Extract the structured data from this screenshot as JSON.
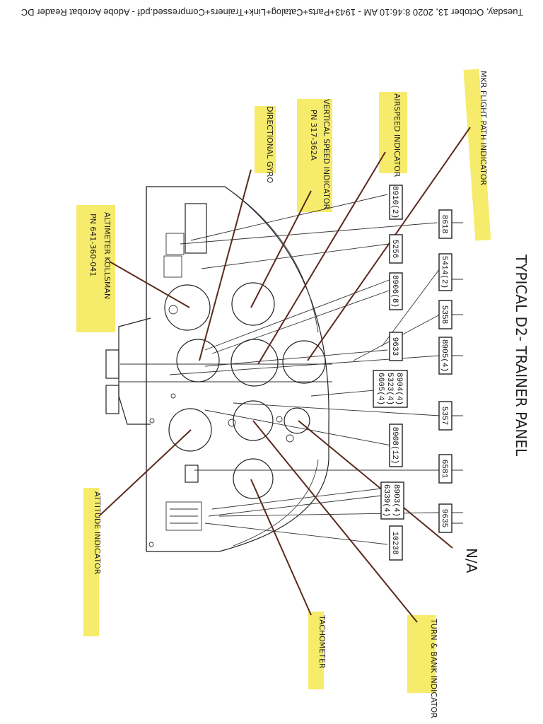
{
  "header": {
    "text": "Tuesday, October 13, 2020 8:46:10 AM - 1943+Parts+Catalog+Link+Trainers+Compressed.pdf - Adobe Acrobat Reader DC"
  },
  "title": "TYPICAL D2- TRAINER PANEL",
  "labels": {
    "mkr_flight_path": "MKR FLIGHT PATH INDICATOR",
    "airspeed": "AIRSPEED INDICATOR",
    "vertical_speed": "VERTICAL SPEED INDICATOR",
    "vertical_speed_pn": "PN 317-362A",
    "directional_gyro": "DIRECTIONAL GYRO",
    "altimeter": "ALTIMETER KOLLSMAN",
    "altimeter_pn": "PN 641-360-041",
    "attitude": "ATTITUDE INDICATOR",
    "tachometer": "TACHOMETER",
    "turn_bank": "TURN & BANK INDICATOR",
    "na": "N/A"
  },
  "parts": {
    "p8910": "8910(2)",
    "p8618": "8618",
    "p5256": "5256",
    "p5414": "5414(2)",
    "p8906": "8906(8)",
    "p5358": "5358",
    "p9633": "9633",
    "p8905": "8905(4)",
    "p8904": "8904(4)",
    "p5323": "5323(4)",
    "p6605": "6605(4)",
    "p5357": "5357",
    "p8908": "8908(12)",
    "p6581": "6581",
    "p8903": "8903(4)",
    "p6339": "6339(4)",
    "p9635": "9635",
    "p10238": "10238"
  }
}
